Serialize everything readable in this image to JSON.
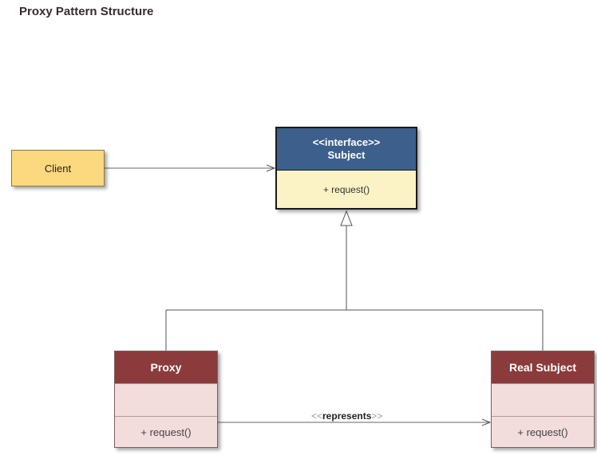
{
  "title": "Proxy Pattern Structure",
  "client": {
    "label": "Client"
  },
  "subject": {
    "stereotype": "<<interface>>",
    "name": "Subject",
    "operation": "+ request()"
  },
  "proxy": {
    "name": "Proxy",
    "operation": "+ request()"
  },
  "real_subject": {
    "name": "Real Subject",
    "operation": "+ request()"
  },
  "relationship": {
    "open": "<<",
    "label": "represents",
    "close": ">>"
  },
  "colors": {
    "client_fill": "#fcd87e",
    "interface_header": "#3c5f8c",
    "interface_body": "#fbf3c6",
    "class_header": "#8b3b3b",
    "class_body": "#f2dcdc"
  }
}
